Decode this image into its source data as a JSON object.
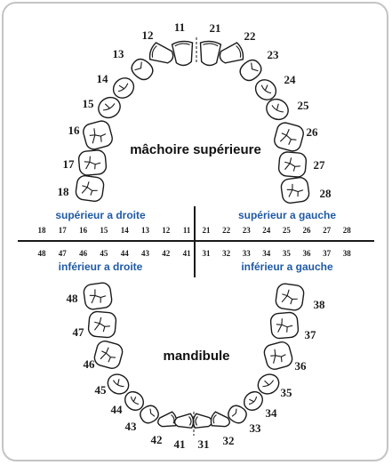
{
  "colors": {
    "quadrant_label": "#1f5aa6",
    "ink": "#1a1a1a",
    "frame": "#c4c4c4"
  },
  "labels": {
    "upper_jaw": "mâchoire supérieure",
    "lower_jaw": "mandibule",
    "upper_right": "supérieur a droite",
    "upper_left": "supérieur a gauche",
    "lower_right": "inférieur a droite",
    "lower_left": "inférieur a gauche"
  },
  "rows": {
    "upper_right": [
      "18",
      "17",
      "16",
      "15",
      "14",
      "13",
      "12",
      "11"
    ],
    "upper_left": [
      "21",
      "22",
      "23",
      "24",
      "25",
      "26",
      "27",
      "28"
    ],
    "lower_right": [
      "48",
      "47",
      "46",
      "45",
      "44",
      "43",
      "42",
      "41"
    ],
    "lower_left": [
      "31",
      "32",
      "33",
      "34",
      "35",
      "36",
      "37",
      "38"
    ]
  },
  "upper_teeth": [
    {
      "num": "18",
      "kind": "molar"
    },
    {
      "num": "17",
      "kind": "molar"
    },
    {
      "num": "16",
      "kind": "molar"
    },
    {
      "num": "15",
      "kind": "premolar"
    },
    {
      "num": "14",
      "kind": "premolar"
    },
    {
      "num": "13",
      "kind": "canine"
    },
    {
      "num": "12",
      "kind": "incisor"
    },
    {
      "num": "11",
      "kind": "incisor"
    },
    {
      "num": "21",
      "kind": "incisor"
    },
    {
      "num": "22",
      "kind": "incisor"
    },
    {
      "num": "23",
      "kind": "canine"
    },
    {
      "num": "24",
      "kind": "premolar"
    },
    {
      "num": "25",
      "kind": "premolar"
    },
    {
      "num": "26",
      "kind": "molar"
    },
    {
      "num": "27",
      "kind": "molar"
    },
    {
      "num": "28",
      "kind": "molar"
    }
  ],
  "lower_teeth": [
    {
      "num": "48",
      "kind": "molar"
    },
    {
      "num": "47",
      "kind": "molar"
    },
    {
      "num": "46",
      "kind": "molar"
    },
    {
      "num": "45",
      "kind": "premolar"
    },
    {
      "num": "44",
      "kind": "premolar"
    },
    {
      "num": "43",
      "kind": "canine"
    },
    {
      "num": "42",
      "kind": "incisor"
    },
    {
      "num": "41",
      "kind": "incisor"
    },
    {
      "num": "31",
      "kind": "incisor"
    },
    {
      "num": "32",
      "kind": "incisor"
    },
    {
      "num": "33",
      "kind": "canine"
    },
    {
      "num": "34",
      "kind": "premolar"
    },
    {
      "num": "35",
      "kind": "premolar"
    },
    {
      "num": "36",
      "kind": "molar"
    },
    {
      "num": "37",
      "kind": "molar"
    },
    {
      "num": "38",
      "kind": "molar"
    }
  ]
}
